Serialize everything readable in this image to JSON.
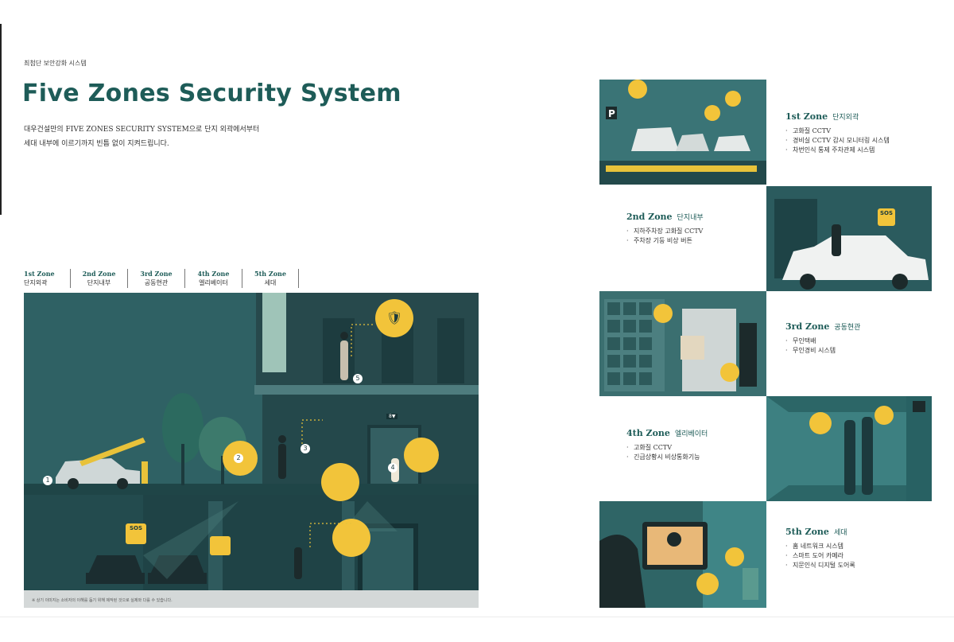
{
  "kicker": "최첨단 보안강화 시스템",
  "title": "Five Zones Security System",
  "intro": [
    "대우건설만의 FIVE ZONES SECURITY SYSTEM으로 단지 외곽에서부터",
    "세대 내부에 이르기까지 빈틈 없이 지켜드립니다."
  ],
  "zone_tabs": [
    {
      "name": "1st Zone",
      "sub": "단지외곽"
    },
    {
      "name": "2nd Zone",
      "sub": "단지내부"
    },
    {
      "name": "3rd Zone",
      "sub": "공동현관"
    },
    {
      "name": "4th Zone",
      "sub": "엘리베이터"
    },
    {
      "name": "5th Zone",
      "sub": "세대"
    }
  ],
  "illustration": {
    "markers": [
      "1",
      "2",
      "3",
      "4",
      "5"
    ],
    "sos_label": "SOS",
    "parking_sign": "P",
    "elevator_display": "8▼",
    "caption": "※ 상기 이미지는 소비자의 이해를 돕기 위해 제작된 것으로 실제와 다를 수 있습니다."
  },
  "zones": [
    {
      "name": "1st Zone",
      "sub": "단지외곽",
      "items": [
        "고화질 CCTV",
        "경비실 CCTV 감시 모니터링 시스템",
        "차번인식 통제 주차관제 시스템"
      ]
    },
    {
      "name": "2nd Zone",
      "sub": "단지내부",
      "items": [
        "지하주차장 고화질 CCTV",
        "주차장 기둥 비상 버튼"
      ]
    },
    {
      "name": "3rd Zone",
      "sub": "공동현관",
      "items": [
        "무인택배",
        "무인경비 시스템"
      ]
    },
    {
      "name": "4th Zone",
      "sub": "엘리베이터",
      "items": [
        "고화질 CCTV",
        "긴급상황시 비상통화기능"
      ]
    },
    {
      "name": "5th Zone",
      "sub": "세대",
      "items": [
        "홈 네트워크 시스템",
        "스마트 도어 카메라",
        "지문인식 디지털 도어록"
      ]
    }
  ],
  "colors": {
    "teal_dark": "#1e4a4d",
    "teal": "#2c5b5f",
    "teal_light": "#3d7a7c",
    "accent_yellow": "#f2c43a",
    "title_green": "#1e5c58"
  }
}
